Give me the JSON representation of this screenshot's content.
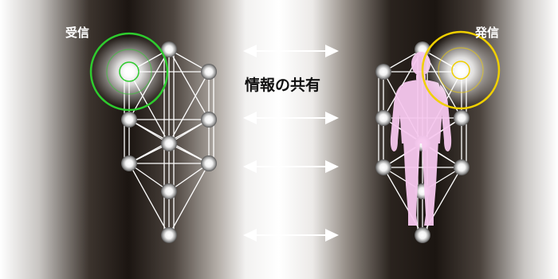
{
  "labels": {
    "receive": "受信",
    "send": "発信",
    "center": "情報の共有"
  },
  "colors": {
    "receive_ring": "#2ecc2e",
    "send_ring": "#f0d000",
    "figure": "#f7c8ef",
    "label_light": "#ffffff",
    "label_dark": "#111111"
  }
}
